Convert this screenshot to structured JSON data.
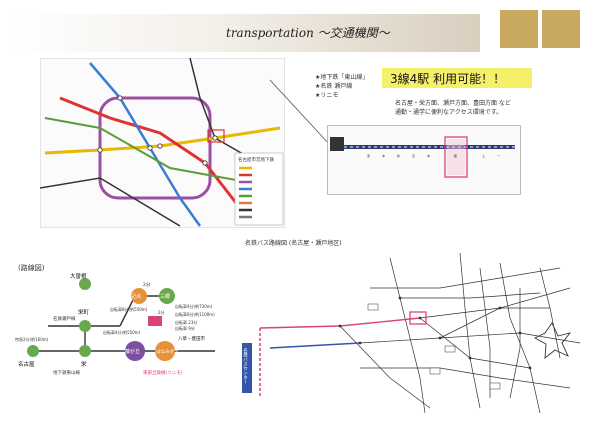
{
  "header": {
    "title": "transportation ～交通機関～"
  },
  "colors": {
    "accent_gold": "#c9a95f",
    "highlight_yellow": "#f4f06a",
    "pink": "#d8437b",
    "green": "#6aa84f",
    "orange": "#e69138",
    "purple": "#7d4fa3",
    "blue": "#3355aa"
  },
  "access": {
    "bullets": [
      "★地下鉄「東山線」",
      "★名鉄 瀬戸線",
      "★リニモ"
    ],
    "headline": "3線4駅 利用可能！！",
    "desc_line1": "名古屋・栄方面、瀬戸方面、豊田方面 など",
    "desc_line2": "通勤・通学に便利なアクセス環境です。"
  },
  "subway_map": {
    "legend_title": "名古屋市営地下鉄"
  },
  "route_diagram": {
    "heading": "(路線図)",
    "stations": {
      "ozone": "大曽根",
      "sakaemachi": "栄町",
      "nagoya": "名古屋",
      "sakae": "栄",
      "kinjo": "記点",
      "sanno": "三郷",
      "fujigaoka": "藤が丘",
      "hanamizuki": "はなみずき",
      "suwa": "八草・豊田市"
    },
    "line_labels": {
      "meitetsu": "名鉄瀬戸線",
      "higashiyama": "地下鉄東山線",
      "linimo": "東部丘陵線(リニモ)"
    },
    "time_labels": {
      "t1": "2分",
      "t2": "自転車4分(約730m)",
      "t3": "自転車6分(約1100m)",
      "t4": "自転車8分(約550m)",
      "t5": "特急2分(約160m)",
      "t6": "自転車 23分",
      "t7": "自転車4分(約550m)",
      "t8": "自転車 9分",
      "t9": "2分"
    }
  },
  "bus_map": {
    "title": "名鉄バス路線図 (名古屋・瀬戸地区)",
    "side_label": "名鉄バスセンター"
  }
}
